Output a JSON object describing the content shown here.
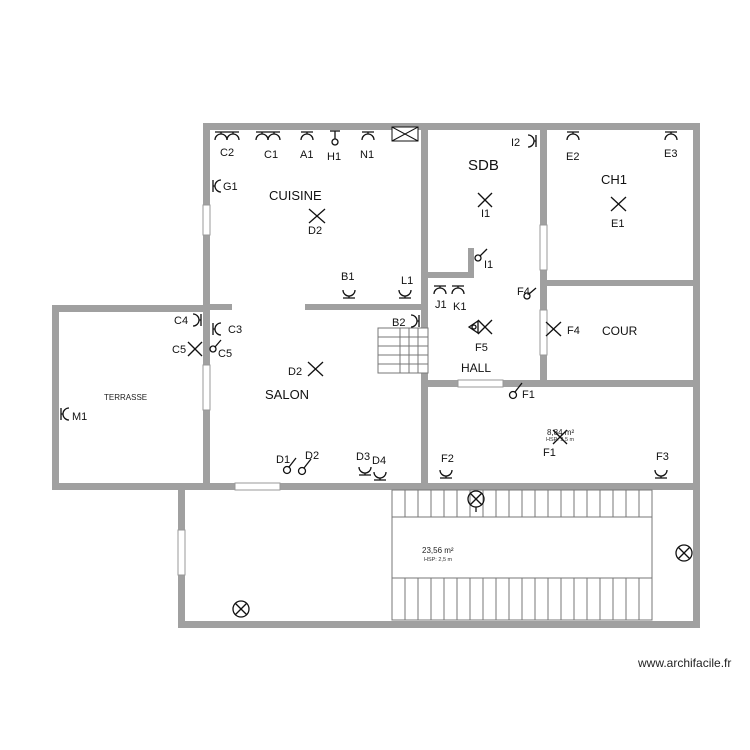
{
  "rooms": {
    "cuisine": "CUISINE",
    "salon": "SALON",
    "terrasse": "TERRASSE",
    "sdb": "SDB",
    "ch1": "CH1",
    "hall": "HALL",
    "cour": "COUR"
  },
  "labels": {
    "c2": "C2",
    "c1": "C1",
    "a1": "A1",
    "h1": "H1",
    "n1": "N1",
    "g1": "G1",
    "d2_kitchen": "D2",
    "b1": "B1",
    "l1": "L1",
    "c4": "C4",
    "c3": "C3",
    "c5_left": "C5",
    "c5_right": "C5",
    "d2_salon": "D2",
    "b2": "B2",
    "m1": "M1",
    "d1": "D1",
    "d2_bottom": "D2",
    "d3": "D3",
    "d4": "D4",
    "i2": "I2",
    "i1_center": "I1",
    "i1_wall": "I1",
    "e2": "E2",
    "e3": "E3",
    "e1": "E1",
    "j1": "J1",
    "k1": "K1",
    "f4_top": "F4",
    "f4_right": "F4",
    "f5": "F5",
    "f1_wall": "F1",
    "f1_center": "F1",
    "f2": "F2",
    "f3": "F3"
  },
  "areas": {
    "hall_area": "8,84 m²",
    "hall_hsp": "HSP: 2,5 m",
    "garage_area": "23,56 m²",
    "garage_hsp": "HSP: 2,5 m"
  },
  "watermark": "www.archifacile.fr"
}
